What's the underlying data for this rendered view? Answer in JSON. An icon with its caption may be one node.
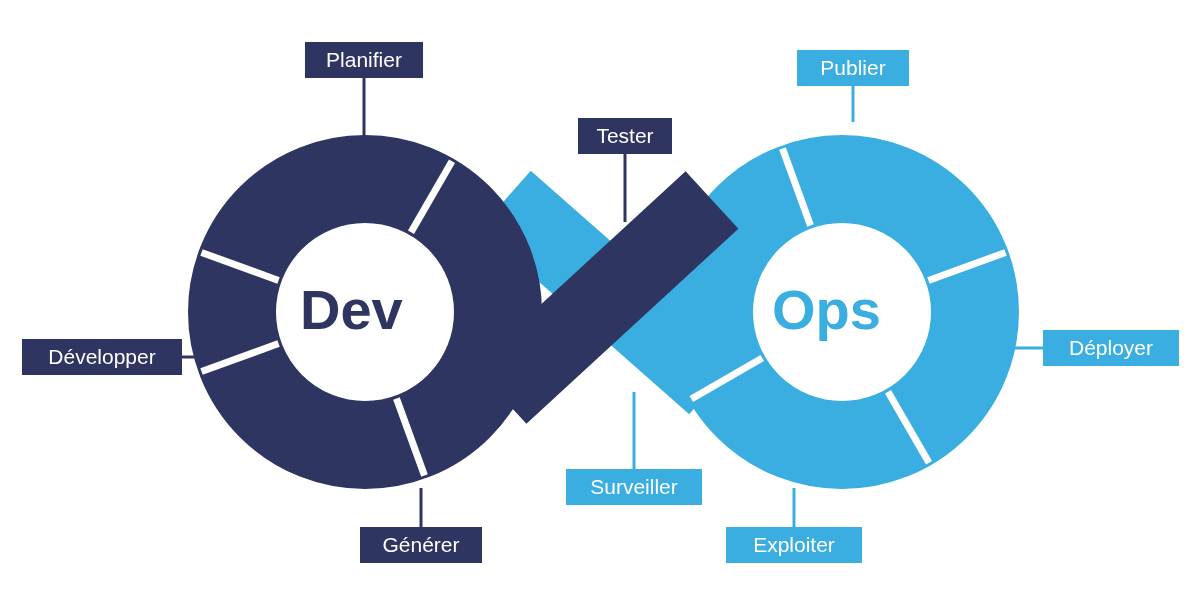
{
  "diagram": {
    "nodes": [
      {
        "text": [
          "Planifier"
        ]
      },
      {
        "text": [
          "Tester"
        ]
      },
      {
        "text": [
          "Publier"
        ]
      },
      {
        "text": [
          "Développer"
        ]
      },
      {
        "text": [
          "Déployer"
        ]
      },
      {
        "text": [
          "Générer"
        ]
      },
      {
        "text": [
          "Surveiller"
        ]
      },
      {
        "text": [
          "Exploiter"
        ]
      }
    ],
    "edges": [
      {
        "from": 0,
        "to": null,
        "arrow": "none"
      },
      {
        "from": 1,
        "to": null,
        "arrow": "none"
      },
      {
        "from": 2,
        "to": null,
        "arrow": "none",
        "color": "#3aaee0"
      },
      {
        "from": 3,
        "to": null,
        "arrow": "none"
      },
      {
        "from": 4,
        "to": null,
        "arrow": "none",
        "color": "#3aaee0"
      },
      {
        "from": 5,
        "to": null,
        "arrow": "none"
      },
      {
        "from": 6,
        "to": null,
        "arrow": "none",
        "color": "#3aaee0"
      },
      {
        "from": 7,
        "to": null,
        "arrow": "none",
        "color": "#3aaee0"
      }
    ],
    "labels": [
      "Dev",
      "Ops"
    ]
  }
}
